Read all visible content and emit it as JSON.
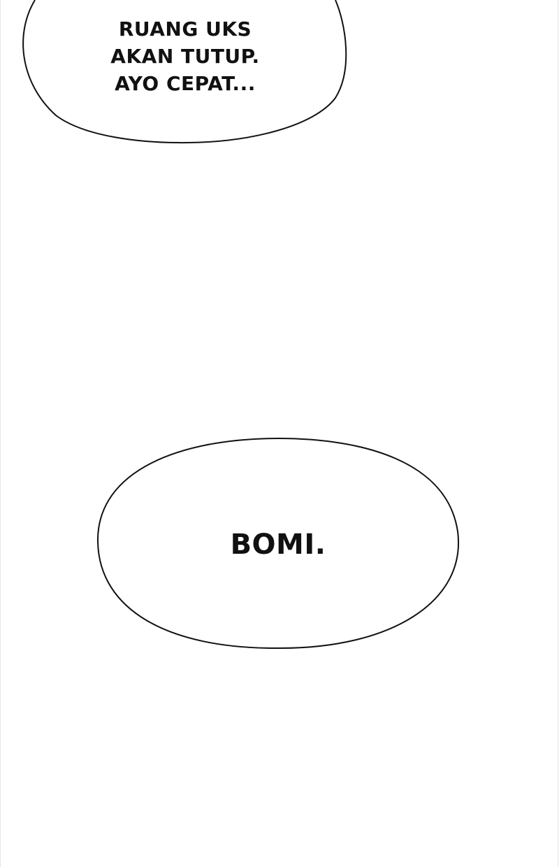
{
  "page": {
    "background_color": "#ffffff",
    "ink_color": "#111111"
  },
  "bubble_1": {
    "lines": [
      "RUANG UKS",
      "AKAN TUTUP.",
      "AYO CEPAT..."
    ]
  },
  "bubble_2": {
    "lines": [
      "BOMI."
    ]
  }
}
